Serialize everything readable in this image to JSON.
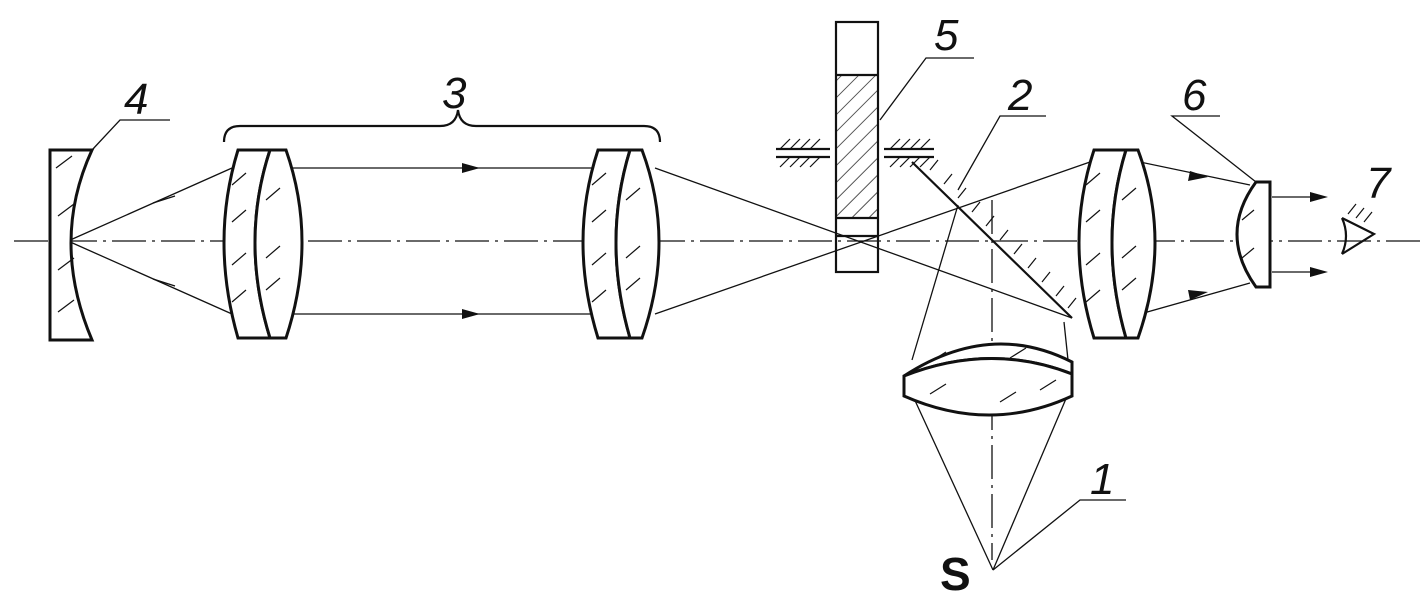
{
  "diagram": {
    "labels": {
      "source": "S",
      "l1": "1",
      "l2": "2",
      "l3": "3",
      "l4": "4",
      "l5": "5",
      "l6": "6",
      "l7": "7"
    }
  }
}
